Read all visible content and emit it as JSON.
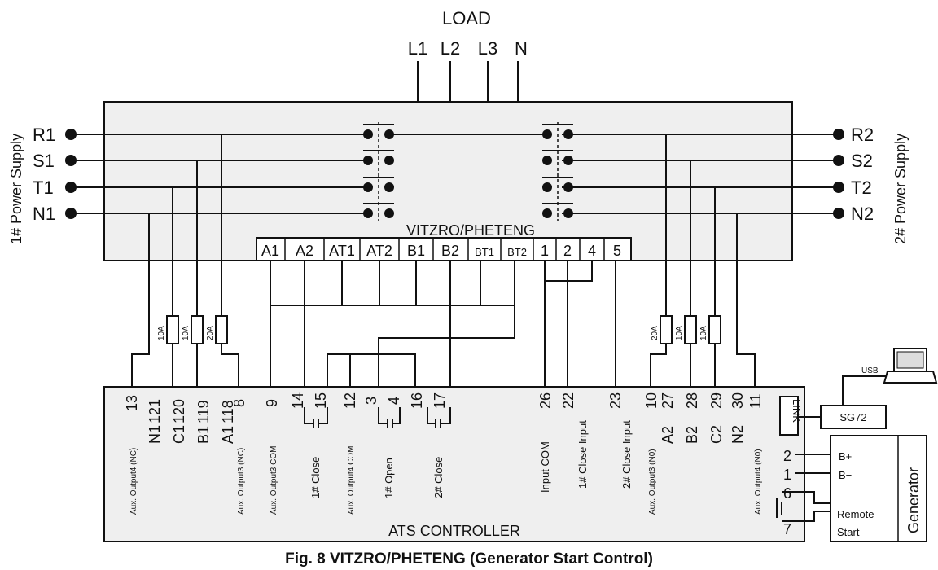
{
  "load": {
    "title": "LOAD",
    "phases": [
      "L1",
      "L2",
      "L3",
      "N"
    ]
  },
  "supply1": {
    "label": "1# Power Supply",
    "terminals": [
      "R1",
      "S1",
      "T1",
      "N1"
    ]
  },
  "supply2": {
    "label": "2# Power Supply",
    "terminals": [
      "R2",
      "S2",
      "T2",
      "N2"
    ]
  },
  "switch": {
    "name": "VITZRO/PHETENG",
    "terminals": [
      "A1",
      "A2",
      "AT1",
      "AT2",
      "B1",
      "B2",
      "BT1",
      "BT2",
      "1",
      "2",
      "4",
      "5"
    ]
  },
  "fuses": {
    "left": [
      "10A",
      "10A",
      "20A"
    ],
    "right": [
      "20A",
      "10A",
      "10A"
    ]
  },
  "controller": {
    "name": "ATS CONTROLLER",
    "terminal_numbers": [
      "13",
      "121",
      "120",
      "119",
      "118",
      "8",
      "9",
      "14",
      "15",
      "12",
      "3",
      "4",
      "16",
      "17",
      "26",
      "22",
      "23",
      "10",
      "27",
      "28",
      "29",
      "30",
      "11"
    ],
    "terminal_names": [
      "N1",
      "C1",
      "B1",
      "A1",
      "A2",
      "B2",
      "C2",
      "N2"
    ],
    "labels": {
      "aux4_nc": "Aux. Output4 (NC)",
      "aux3_nc": "Aux. Output3 (NC)",
      "aux3_com": "Aux. Output3 COM",
      "close1": "1# Close",
      "aux4_com": "Aux. Output4 COM",
      "open1": "1# Open",
      "close2": "2# Close",
      "input_com": "Input COM",
      "close1_input": "1# Close Input",
      "close2_input": "2# Close Input",
      "aux3_no": "Aux. Output3 (N0)",
      "aux4_no": "Aux. Output4 (N0)"
    },
    "link": "LINK",
    "gen_terminals": [
      "2",
      "1",
      "6",
      "7"
    ]
  },
  "module": {
    "name": "SG72",
    "usb": "USB"
  },
  "generator": {
    "name": "Generator",
    "b_plus": "B+",
    "b_minus": "B−",
    "remote": "Remote",
    "start": "Start"
  },
  "caption": "Fig. 8 VITZRO/PHETENG (Generator Start Control)"
}
